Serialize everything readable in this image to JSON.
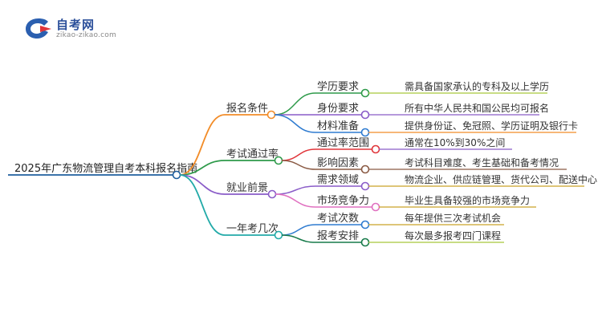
{
  "logo": {
    "title": "自考网",
    "url": "zikao-zikao.com"
  },
  "root": {
    "label": "2025年广东物流管理自考本科报名指南"
  },
  "colors": {
    "root": "#1f5f9e",
    "orange": "#f28c28",
    "green": "#2e9a4a",
    "pink": "#e070c0",
    "teal": "#22aaa8",
    "red": "#e0353a",
    "purple": "#8a5cc8",
    "lime": "#a8c83a",
    "blue": "#2e7bd0",
    "mustard": "#c9a227",
    "brown": "#8a5a44",
    "darkgreen": "#177a4a"
  },
  "branches": [
    {
      "label": "报名条件",
      "color": "orange",
      "children": [
        {
          "label": "学历要求",
          "color": "green",
          "leaf": {
            "label": "需具备国家承认的专科及以上学历",
            "color": "lime"
          }
        },
        {
          "label": "身份要求",
          "color": "purple",
          "leaf": {
            "label": "所有中华人民共和国公民均可报名",
            "color": "purple"
          }
        },
        {
          "label": "材料准备",
          "color": "blue",
          "leaf": {
            "label": "提供身份证、免冠照、学历证明及银行卡",
            "color": "orange"
          }
        }
      ]
    },
    {
      "label": "考试通过率",
      "color": "green",
      "children": [
        {
          "label": "通过率范围",
          "color": "red",
          "leaf": {
            "label": "通常在10%到30%之间",
            "color": "purple"
          }
        },
        {
          "label": "影响因素",
          "color": "brown",
          "leaf": {
            "label": "考试科目难度、考生基础和备考情况",
            "color": "brown"
          }
        }
      ]
    },
    {
      "label": "就业前景",
      "color": "purple",
      "children": [
        {
          "label": "需求领域",
          "color": "purple",
          "leaf": {
            "label": "物流企业、供应链管理、货代公司、配送中心",
            "color": "mustard"
          }
        },
        {
          "label": "市场竞争力",
          "color": "pink",
          "leaf": {
            "label": "毕业生具备较强的市场竞争力",
            "color": "mustard"
          }
        }
      ]
    },
    {
      "label": "一年考几次",
      "color": "teal",
      "children": [
        {
          "label": "考试次数",
          "color": "blue",
          "leaf": {
            "label": "每年提供三次考试机会",
            "color": "mustard"
          }
        },
        {
          "label": "报考安排",
          "color": "darkgreen",
          "leaf": {
            "label": "每次最多报考四门课程",
            "color": "lime"
          }
        }
      ]
    }
  ]
}
